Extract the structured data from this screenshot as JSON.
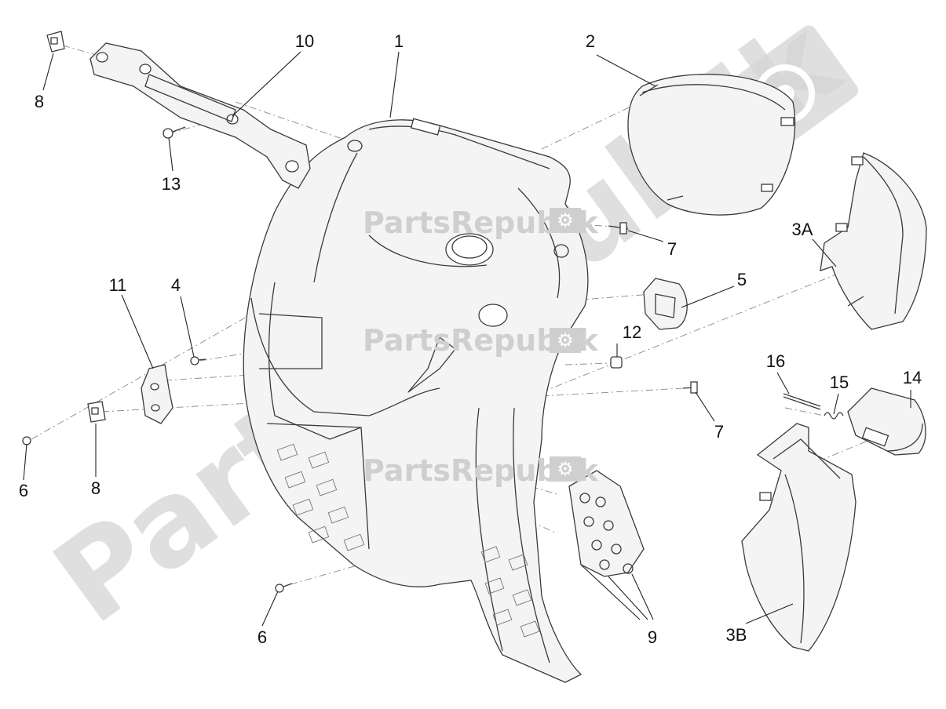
{
  "watermark": {
    "brand": "PartsRepublik",
    "small_labels": [
      "PartsRepublik",
      "PartsRepublik",
      "PartsRepublik"
    ]
  },
  "callouts": [
    "1",
    "2",
    "3A",
    "3B",
    "4",
    "5",
    "6",
    "6",
    "7",
    "7",
    "8",
    "8",
    "9",
    "10",
    "11",
    "12",
    "13",
    "14",
    "15",
    "16"
  ],
  "colors": {
    "line": "#3a3a3a",
    "watermark": "#cfcfcf",
    "text": "#111111"
  }
}
